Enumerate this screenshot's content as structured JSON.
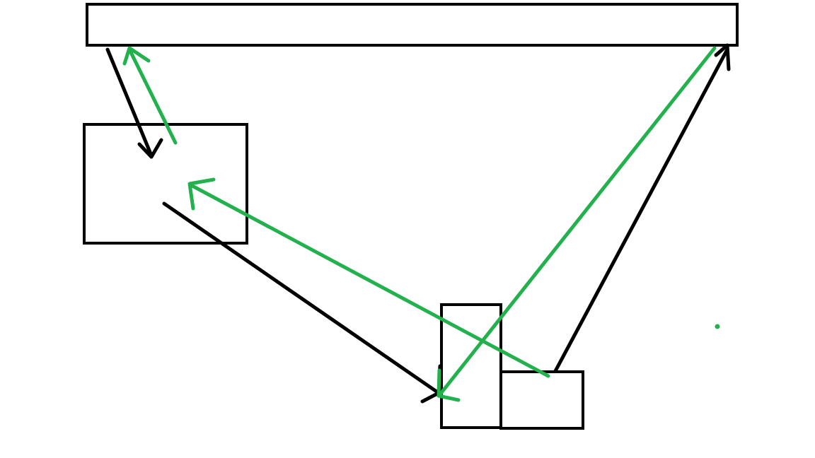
{
  "colors": {
    "background": "#ffffff",
    "box_outline": "#000000",
    "black_arrow": "#000000",
    "green_arrow": "#22b14c"
  },
  "diagram": {
    "boxes": [
      "top-bar",
      "left-box",
      "tall-box",
      "small-box"
    ],
    "black_arrows": [
      {
        "from": "top-bar",
        "to": "left-box"
      },
      {
        "from": "left-box",
        "to": "tall-box"
      },
      {
        "from": "small-box",
        "to": "top-bar"
      }
    ],
    "green_arrows": [
      {
        "from": "left-box",
        "to": "top-bar"
      },
      {
        "from": "small-box",
        "to": "left-box"
      },
      {
        "from": "top-bar",
        "to": "tall-box"
      }
    ]
  }
}
